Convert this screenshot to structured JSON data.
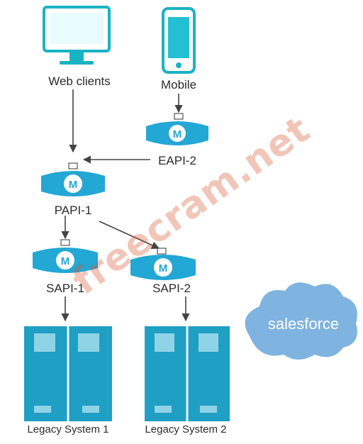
{
  "nodes": {
    "web_clients": "Web clients",
    "mobile": "Mobile",
    "eapi_2": "EAPI-2",
    "papi_1": "PAPI-1",
    "sapi_1": "SAPI-1",
    "sapi_2": "SAPI-2",
    "legacy_1": "Legacy System 1",
    "legacy_2": "Legacy System 2",
    "salesforce": "salesforce"
  },
  "api_glyph": "M",
  "watermark": "freecram.net",
  "colors": {
    "device": "#19b3c4",
    "api": "#23a7d4",
    "server": "#1f9fc4",
    "cloud": "#7fb3e0",
    "arrow": "#444444",
    "watermark": "#d86a4a"
  },
  "icons": [
    "monitor-icon",
    "phone-icon",
    "mule-api-icon",
    "server-rack-icon",
    "cloud-icon"
  ]
}
